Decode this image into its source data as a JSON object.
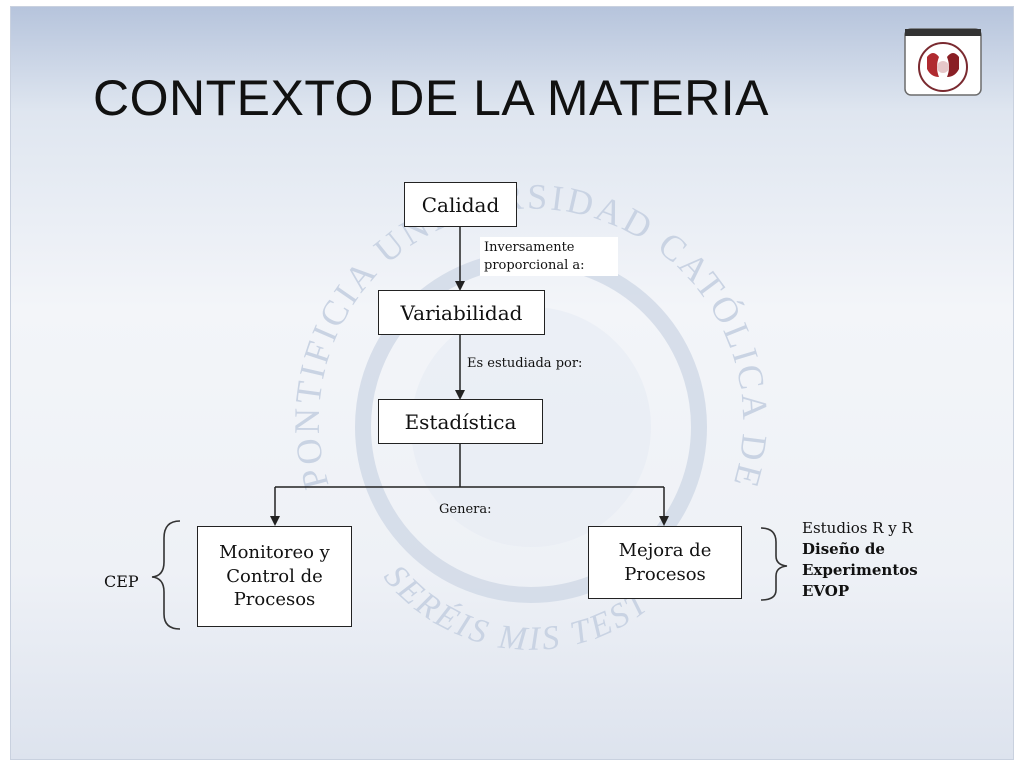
{
  "slide": {
    "title": "CONTEXTO DE LA MATERIA",
    "watermark": {
      "text_top": "PONTIFICIA UNIVERSIDAD CATÓLICA DEL ECUADOR",
      "text_bottom": "SERÉIS MIS TESTIGOS"
    }
  },
  "diagram": {
    "nodes": {
      "calidad": "Calidad",
      "variabilidad": "Variabilidad",
      "estadistica": "Estadística",
      "monitoreo": [
        "Monitoreo y",
        "Control de",
        "Procesos"
      ],
      "mejora": [
        "Mejora de",
        "Procesos"
      ]
    },
    "edge_labels": {
      "inversamente": [
        "Inversamente",
        "proporcional a:"
      ],
      "estudiada": "Es estudiada por:",
      "genera": "Genera:"
    },
    "left_group": {
      "label": "CEP"
    },
    "right_group": {
      "items": [
        {
          "text": "Estudios R y R",
          "bold": false
        },
        {
          "text": "Diseño de",
          "bold": true
        },
        {
          "text": "Experimentos",
          "bold": true
        },
        {
          "text": "EVOP",
          "bold": true
        }
      ]
    }
  },
  "colors": {
    "line": "#222222",
    "box_fill": "#ffffff",
    "watermark": "#c9d3e3",
    "logo_red": "#b02a30"
  }
}
